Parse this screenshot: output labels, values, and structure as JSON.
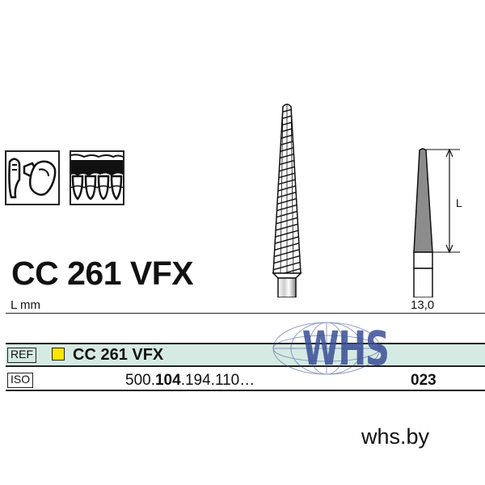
{
  "product": {
    "code": "CC 261 VFX"
  },
  "specs": {
    "length_label": "L mm",
    "length_value": "13,0",
    "dimension_label": "L"
  },
  "reference": {
    "ref_tag": "REF",
    "code": "CC 261 VFX",
    "shank_color": "#ffe600"
  },
  "iso": {
    "tag": "ISO",
    "number_prefix": "500.",
    "number_bold": "104",
    "number_suffix": ".194.110…",
    "size": "023"
  },
  "watermark": {
    "text": "WHS"
  },
  "footer": {
    "site": "whs.by"
  },
  "colors": {
    "band": "#d6eae4",
    "watermark": "#3a4f96"
  },
  "icons": [
    "crown-removal-icon",
    "bridge-teeth-icon",
    "bur-drawing-icon",
    "bur-silhouette-icon",
    "globe-watermark-icon"
  ]
}
